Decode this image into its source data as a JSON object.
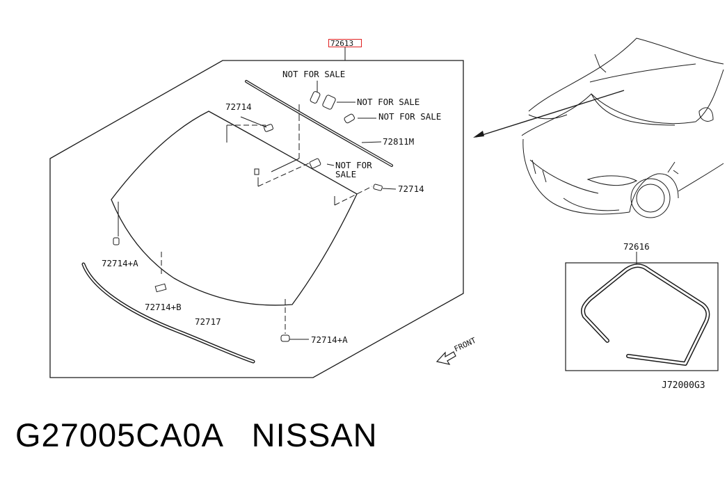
{
  "labels": {
    "highlight": "72613",
    "nfs_1": "NOT FOR SALE",
    "nfs_2": "NOT FOR SALE",
    "nfs_3": "NOT FOR SALE",
    "nfs_4a": "NOT FOR",
    "nfs_4b": "SALE",
    "molding_top": "72811M",
    "clip_tl": "72714",
    "clip_r": "72714",
    "clip_a1": "72714+A",
    "clip_b": "72714+B",
    "clip_a2": "72714+A",
    "molding_bottom": "72717",
    "seal": "72616",
    "front": "FRONT",
    "diagram_code": "J72000G3"
  },
  "bottom": {
    "part_number": "G27005CA0A",
    "brand": "NISSAN"
  },
  "colors": {
    "line": "#1a1a1a",
    "highlight": "#e02020"
  }
}
